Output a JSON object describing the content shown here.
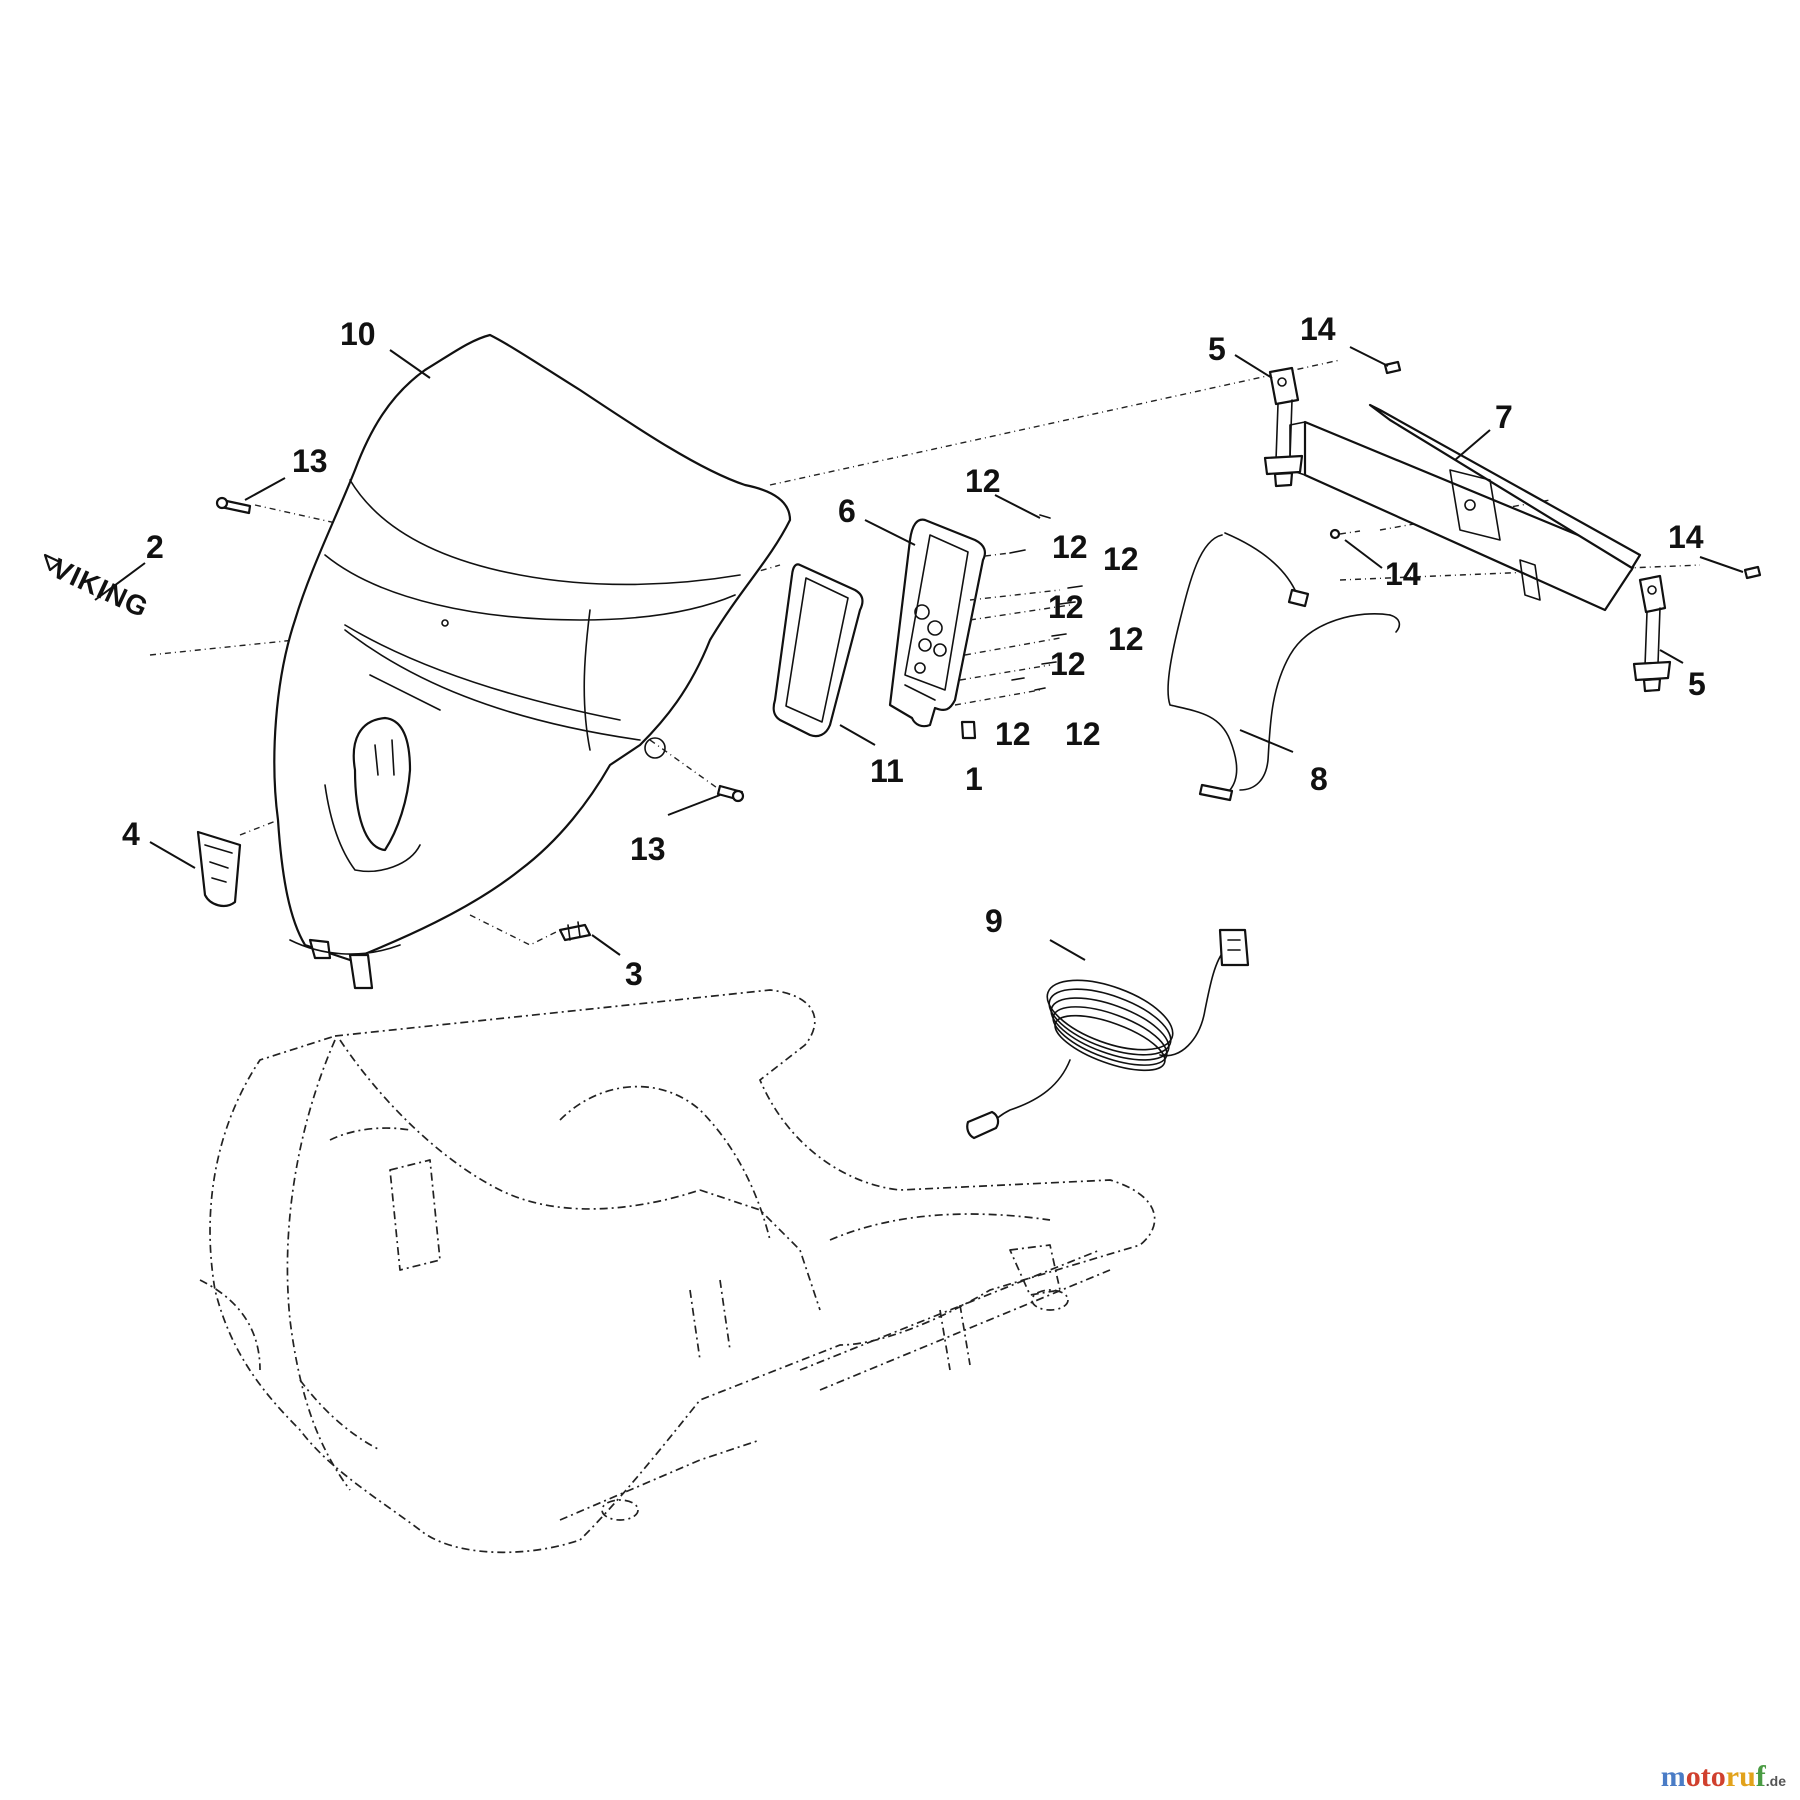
{
  "diagram": {
    "callouts": [
      {
        "id": "c10",
        "label": "10"
      },
      {
        "id": "c13a",
        "label": "13"
      },
      {
        "id": "c2",
        "label": "2"
      },
      {
        "id": "c4",
        "label": "4"
      },
      {
        "id": "c3",
        "label": "3"
      },
      {
        "id": "c13b",
        "label": "13"
      },
      {
        "id": "c6",
        "label": "6"
      },
      {
        "id": "c11",
        "label": "11"
      },
      {
        "id": "c1",
        "label": "1"
      },
      {
        "id": "c12a",
        "label": "12"
      },
      {
        "id": "c12b",
        "label": "12"
      },
      {
        "id": "c12c",
        "label": "12"
      },
      {
        "id": "c12d",
        "label": "12"
      },
      {
        "id": "c12e",
        "label": "12"
      },
      {
        "id": "c12f",
        "label": "12"
      },
      {
        "id": "c12g",
        "label": "12"
      },
      {
        "id": "c12h",
        "label": "12"
      },
      {
        "id": "c8",
        "label": "8"
      },
      {
        "id": "c9",
        "label": "9"
      },
      {
        "id": "c5a",
        "label": "5"
      },
      {
        "id": "c14a",
        "label": "14"
      },
      {
        "id": "c7",
        "label": "7"
      },
      {
        "id": "c14b",
        "label": "14"
      },
      {
        "id": "c14c",
        "label": "14"
      },
      {
        "id": "c5b",
        "label": "5"
      }
    ],
    "decal_text": "VIKING"
  },
  "watermark": {
    "part1": "m",
    "part2": "oto",
    "part3": "ru",
    "part4": "f",
    "tld": ".de"
  }
}
